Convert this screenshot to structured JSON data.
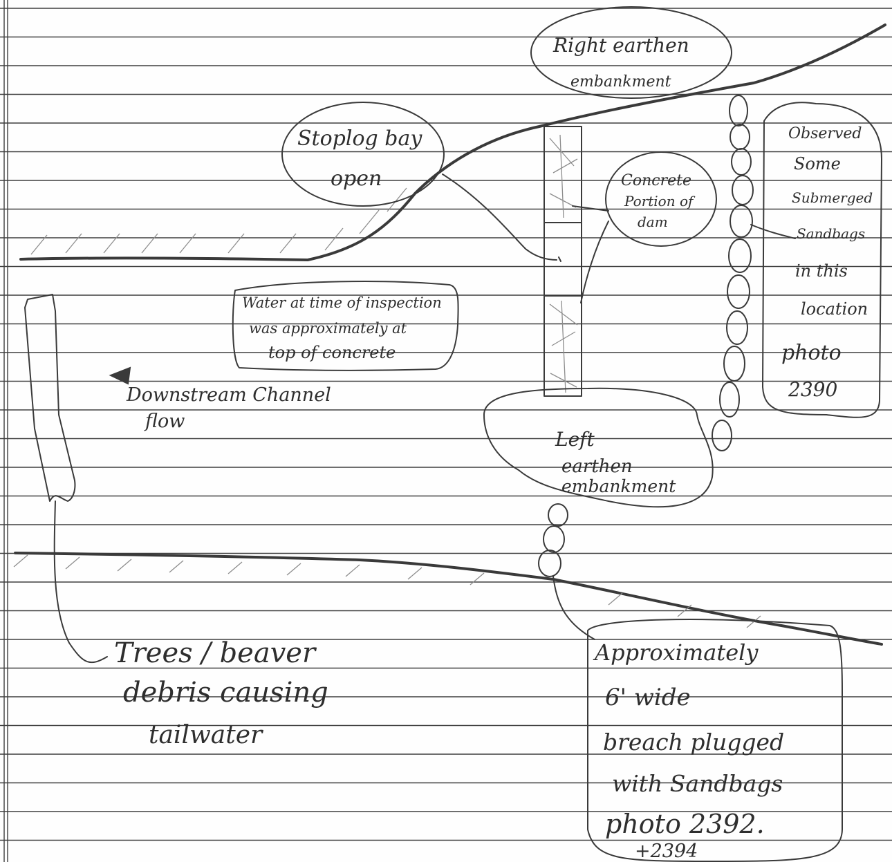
{
  "labels": {
    "right_embankment": [
      "Right earthen",
      "embankment"
    ],
    "stoplog_bay": [
      "Stoplog bay",
      "open"
    ],
    "concrete_portion": [
      "Concrete",
      "Portion of",
      "dam"
    ],
    "sandbags_note": [
      "Observed",
      "Some",
      "Submerged",
      "Sandbags",
      "in this",
      "location",
      "photo",
      "2390"
    ],
    "water_note": [
      "Water at time of inspection",
      "was approximately at",
      "top of concrete"
    ],
    "downstream": [
      "Downstream Channel",
      "flow"
    ],
    "left_embankment": [
      "Left",
      "earthen",
      "embankment"
    ],
    "debris_note": [
      "Trees / beaver",
      "debris causing",
      "tailwater"
    ],
    "breach_note": [
      "Approximately",
      "6' wide",
      "breach plugged",
      "with Sandbags",
      "photo 2392.",
      "+2394"
    ]
  },
  "colors": {
    "ink": "#3a3a3a",
    "pencil": "#8d8d8d",
    "rule_line": "#3e3e3e",
    "paper": "#fefefe"
  }
}
